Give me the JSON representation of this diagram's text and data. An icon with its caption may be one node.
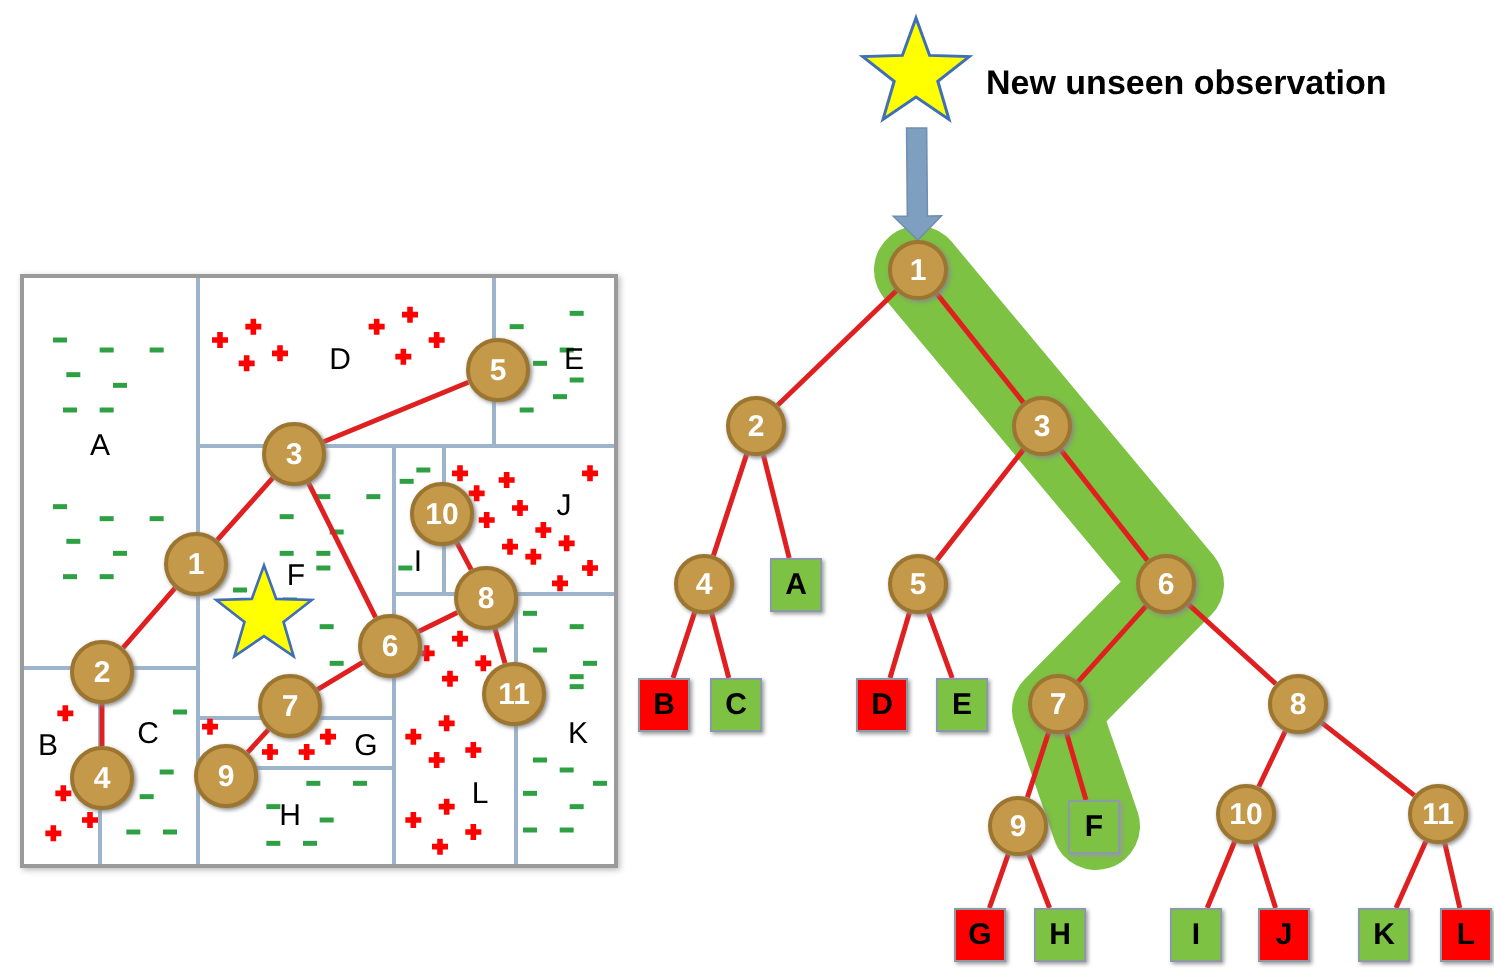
{
  "diagram": {
    "nodes": [
      {
        "text": [],
        "shape": "box"
      },
      {
        "text": [
          "1"
        ],
        "in": 0
      },
      {
        "text": [
          "2"
        ],
        "in": 0
      },
      {
        "text": [
          "3"
        ],
        "in": 0
      },
      {
        "text": [
          "4"
        ],
        "in": 0
      },
      {
        "text": [
          "5"
        ],
        "in": 0
      },
      {
        "text": [
          "6"
        ],
        "in": 0
      },
      {
        "text": [
          "7"
        ],
        "in": 0
      },
      {
        "text": [
          "8"
        ],
        "in": 0
      },
      {
        "text": [
          "9"
        ],
        "in": 0
      },
      {
        "text": [
          "10"
        ],
        "in": 0
      },
      {
        "text": [
          "11"
        ],
        "in": 0
      },
      {
        "text": [],
        "shape": "star",
        "beside": [
          "New unseen observation"
        ]
      },
      {
        "text": [
          "1"
        ]
      },
      {
        "text": [
          "2"
        ]
      },
      {
        "text": [
          "3"
        ]
      },
      {
        "text": [
          "4"
        ]
      },
      {
        "text": [
          "5"
        ]
      },
      {
        "text": [
          "6"
        ]
      },
      {
        "text": [
          "7"
        ]
      },
      {
        "text": [
          "8"
        ]
      },
      {
        "text": [
          "9"
        ]
      },
      {
        "text": [
          "10"
        ]
      },
      {
        "text": [
          "11"
        ]
      },
      {
        "text": [
          "A"
        ]
      },
      {
        "text": [
          "B"
        ]
      },
      {
        "text": [
          "C"
        ]
      },
      {
        "text": [
          "D"
        ]
      },
      {
        "text": [
          "E"
        ]
      },
      {
        "text": [
          "F"
        ]
      },
      {
        "text": [
          "G"
        ]
      },
      {
        "text": [
          "H"
        ]
      },
      {
        "text": [
          "I"
        ]
      },
      {
        "text": [
          "J"
        ]
      },
      {
        "text": [
          "K"
        ]
      },
      {
        "text": [
          "L"
        ]
      },
      {
        "text": [],
        "shape": "star",
        "in": 0
      }
    ],
    "edges": [
      {
        "from": 1,
        "to": 2,
        "arrow": "none"
      },
      {
        "from": 2,
        "to": 4,
        "arrow": "none"
      },
      {
        "from": 1,
        "to": 3,
        "arrow": "none"
      },
      {
        "from": 3,
        "to": 5,
        "arrow": "none"
      },
      {
        "from": 3,
        "to": 6,
        "arrow": "none"
      },
      {
        "from": 6,
        "to": 7,
        "arrow": "none"
      },
      {
        "from": 7,
        "to": 9,
        "arrow": "none"
      },
      {
        "from": 6,
        "to": 8,
        "arrow": "none"
      },
      {
        "from": 8,
        "to": 10,
        "arrow": "none"
      },
      {
        "from": 8,
        "to": 11,
        "arrow": "none"
      },
      {
        "from": 12,
        "to": 13,
        "arrow": "to",
        "style": "thick",
        "color": "#7f9fc0"
      },
      {
        "from": 13,
        "to": 14,
        "arrow": "none"
      },
      {
        "from": 13,
        "to": 15,
        "arrow": "none"
      },
      {
        "from": 14,
        "to": 16,
        "arrow": "none"
      },
      {
        "from": 14,
        "to": 24,
        "arrow": "none"
      },
      {
        "from": 16,
        "to": 25,
        "arrow": "none"
      },
      {
        "from": 16,
        "to": 26,
        "arrow": "none"
      },
      {
        "from": 15,
        "to": 17,
        "arrow": "none"
      },
      {
        "from": 15,
        "to": 18,
        "arrow": "none"
      },
      {
        "from": 17,
        "to": 27,
        "arrow": "none"
      },
      {
        "from": 17,
        "to": 28,
        "arrow": "none"
      },
      {
        "from": 18,
        "to": 19,
        "arrow": "none"
      },
      {
        "from": 18,
        "to": 20,
        "arrow": "none"
      },
      {
        "from": 19,
        "to": 21,
        "arrow": "none"
      },
      {
        "from": 19,
        "to": 29,
        "arrow": "none"
      },
      {
        "from": 21,
        "to": 30,
        "arrow": "none"
      },
      {
        "from": 21,
        "to": 31,
        "arrow": "none"
      },
      {
        "from": 20,
        "to": 22,
        "arrow": "none"
      },
      {
        "from": 20,
        "to": 23,
        "arrow": "none"
      },
      {
        "from": 22,
        "to": 32,
        "arrow": "none"
      },
      {
        "from": 22,
        "to": 33,
        "arrow": "none"
      },
      {
        "from": 23,
        "to": 34,
        "arrow": "none"
      },
      {
        "from": 23,
        "to": 35,
        "arrow": "none"
      }
    ],
    "labels": [
      "D",
      "E",
      "A",
      "J",
      "I",
      "F",
      "C",
      "K",
      "B",
      "G",
      "L",
      "H"
    ]
  }
}
